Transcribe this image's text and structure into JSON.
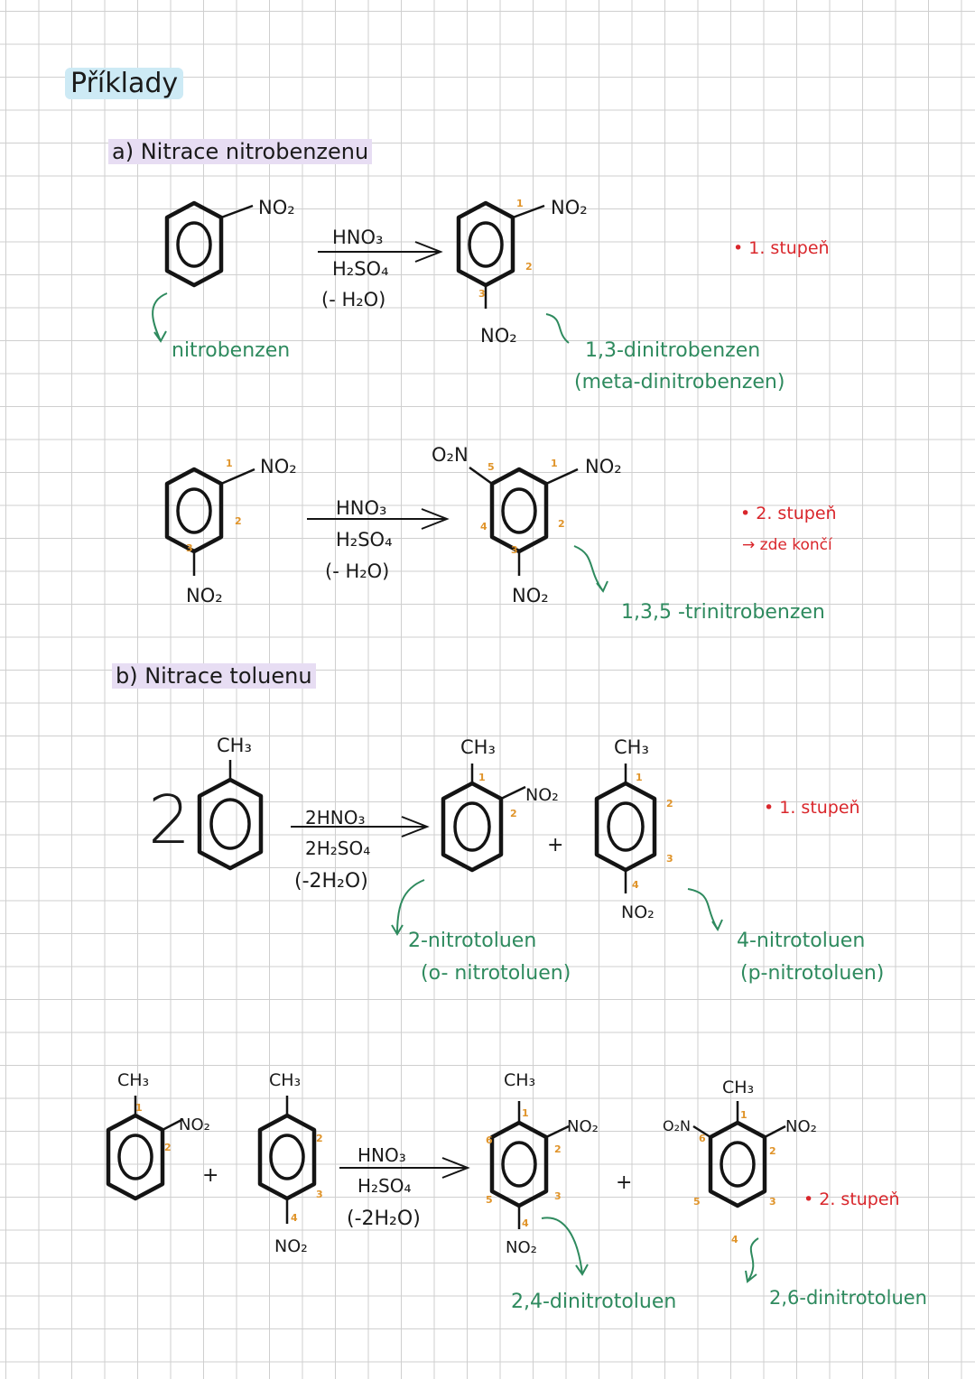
{
  "title": "Příklady",
  "section_a": {
    "heading": "a) Nitrace nitrobenzenu"
  },
  "section_b": {
    "heading": "b) Nitrace toluenu"
  },
  "reagents": {
    "hno3": "HNO₃",
    "h2so4": "H₂SO₄",
    "water": "(- H₂O)",
    "hno3_2": "2HNO₃",
    "h2so4_2": "2H₂SO₄",
    "water_2": "(-2H₂O)",
    "water_3": "(-2H₂O)"
  },
  "groups": {
    "no2": "NO₂",
    "o2n": "O₂N",
    "ch3": "CH₃"
  },
  "labels": {
    "nitrobenzen": "nitrobenzen",
    "dinitrobenzen": "1,3-dinitrobenzen",
    "dinitrobenzen_alt": "(meta-dinitrobenzen)",
    "trinitrobenzen": "1,3,5 -trinitrobenzen",
    "nitrotoluen_2": "2-nitrotoluen",
    "nitrotoluen_2_alt": "(o- nitrotoluen)",
    "nitrotoluen_4": "4-nitrotoluen",
    "nitrotoluen_4_alt": "(p-nitrotoluen)",
    "dinitrotoluen_24": "2,4-dinitrotoluen",
    "dinitrotoluen_26": "2,6-dinitrotoluen"
  },
  "notes": {
    "stage1": "• 1. stupeň",
    "stage2": "• 2. stupeň",
    "ends_here": "→ zde končí",
    "stage1_b": "• 1. stupeň",
    "stage2_b": "• 2. stupeň"
  },
  "symbols": {
    "plus": "+",
    "coefficient": "2"
  },
  "positions": {
    "p1": "1",
    "p2": "2",
    "p3": "3",
    "p4": "4",
    "p5": "5",
    "p6": "6"
  },
  "colors": {
    "ink": "#141414",
    "green": "#2e8a5e",
    "red": "#d9262b",
    "orange": "#e0942a",
    "grid": "#cfcfcf",
    "title_highlight": "#cdeaf5",
    "heading_highlight": "#e7ddf3"
  }
}
